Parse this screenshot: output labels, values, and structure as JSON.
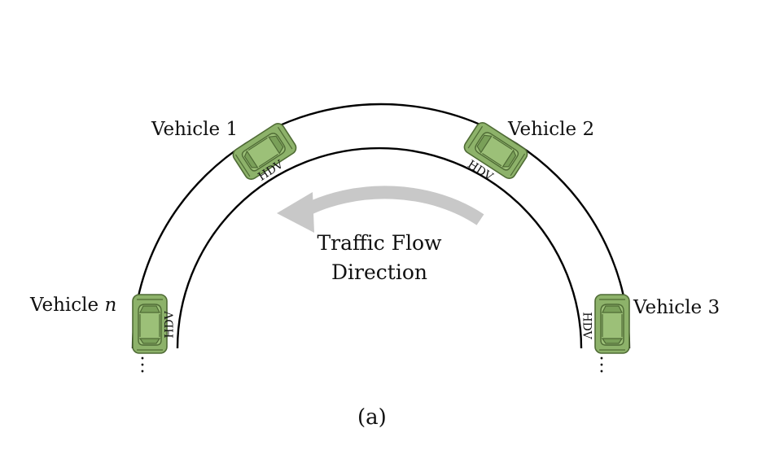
{
  "vehicles": [
    {
      "label": "Vehicle 1",
      "tag": "HDV"
    },
    {
      "label": "Vehicle 2",
      "tag": "HDV"
    },
    {
      "label": "Vehicle 3",
      "tag": "HDV"
    },
    {
      "label_prefix": "Vehicle",
      "label_var": "n",
      "tag": "HDV"
    }
  ],
  "flow": {
    "line1": "Traffic Flow",
    "line2": "Direction"
  },
  "caption": "(a)",
  "colors": {
    "road_line": "#000000",
    "car_fill": "#8db26a",
    "car_stroke": "#4f6b35",
    "arrow": "#c8c8c8"
  },
  "icons": {
    "car": "car-top-view-icon",
    "arrow": "curved-arrow-icon",
    "ellipsis": "vertical-ellipsis-icon"
  }
}
